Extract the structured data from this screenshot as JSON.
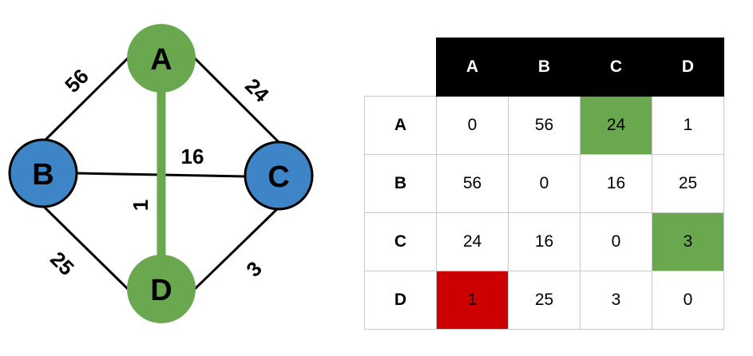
{
  "graph": {
    "nodes": [
      {
        "id": "A",
        "label": "A",
        "color": "#6aa84f"
      },
      {
        "id": "B",
        "label": "B",
        "color": "#3d85c6"
      },
      {
        "id": "C",
        "label": "C",
        "color": "#3d85c6"
      },
      {
        "id": "D",
        "label": "D",
        "color": "#6aa84f"
      }
    ],
    "edges": [
      {
        "from": "A",
        "to": "B",
        "weight": "56",
        "highlighted": false
      },
      {
        "from": "A",
        "to": "C",
        "weight": "24",
        "highlighted": false
      },
      {
        "from": "B",
        "to": "C",
        "weight": "16",
        "highlighted": false
      },
      {
        "from": "A",
        "to": "D",
        "weight": "1",
        "highlighted": true
      },
      {
        "from": "B",
        "to": "D",
        "weight": "25",
        "highlighted": false
      },
      {
        "from": "C",
        "to": "D",
        "weight": "3",
        "highlighted": false
      }
    ],
    "highlight_color": "#6aa84f"
  },
  "matrix": {
    "headers": [
      "A",
      "B",
      "C",
      "D"
    ],
    "rows": [
      {
        "label": "A",
        "cells": [
          {
            "value": "0"
          },
          {
            "value": "56"
          },
          {
            "value": "24",
            "highlight": "green"
          },
          {
            "value": "1"
          }
        ]
      },
      {
        "label": "B",
        "cells": [
          {
            "value": "56"
          },
          {
            "value": "0"
          },
          {
            "value": "16"
          },
          {
            "value": "25"
          }
        ]
      },
      {
        "label": "C",
        "cells": [
          {
            "value": "24"
          },
          {
            "value": "16"
          },
          {
            "value": "0"
          },
          {
            "value": "3",
            "highlight": "green"
          }
        ]
      },
      {
        "label": "D",
        "cells": [
          {
            "value": "1",
            "highlight": "red"
          },
          {
            "value": "25"
          },
          {
            "value": "3"
          },
          {
            "value": "0"
          }
        ]
      }
    ],
    "colors": {
      "green": "#6aa84f",
      "red": "#cc0000"
    }
  }
}
